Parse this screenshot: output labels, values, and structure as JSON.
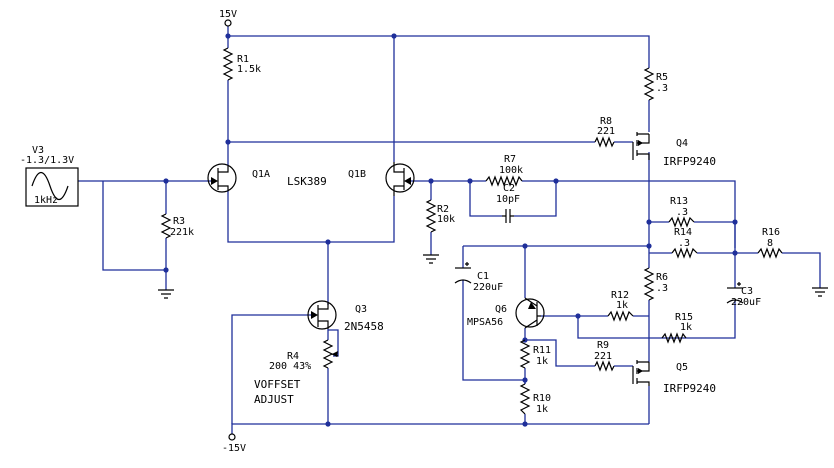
{
  "supplies": {
    "pos": "15V",
    "neg": "-15V"
  },
  "source": {
    "name": "V3",
    "value": "-1.3/1.3V",
    "freq": "1kHz"
  },
  "parts": {
    "r1": {
      "name": "R1",
      "value": "1.5k"
    },
    "r2": {
      "name": "R2",
      "value": "10k"
    },
    "r3": {
      "name": "R3",
      "value": "221k"
    },
    "r4": {
      "name": "R4",
      "value": "200 43%"
    },
    "r5": {
      "name": "R5",
      "value": ".3"
    },
    "r6": {
      "name": "R6",
      "value": ".3"
    },
    "r7": {
      "name": "R7",
      "value": "100k"
    },
    "r8": {
      "name": "R8",
      "value": "221"
    },
    "r9": {
      "name": "R9",
      "value": "221"
    },
    "r10": {
      "name": "R10",
      "value": "1k"
    },
    "r11": {
      "name": "R11",
      "value": "1k"
    },
    "r12": {
      "name": "R12",
      "value": "1k"
    },
    "r13": {
      "name": "R13",
      "value": ".3"
    },
    "r14": {
      "name": "R14",
      "value": ".3"
    },
    "r15": {
      "name": "R15",
      "value": "1k"
    },
    "r16": {
      "name": "R16",
      "value": "8"
    },
    "c1": {
      "name": "C1",
      "value": "220uF"
    },
    "c2": {
      "name": "C2",
      "value": "10pF"
    },
    "c3": {
      "name": "C3",
      "value": "220uF"
    },
    "q1a": {
      "name": "Q1A"
    },
    "q1b": {
      "name": "Q1B"
    },
    "q1": {
      "part": "LSK389"
    },
    "q3": {
      "name": "Q3",
      "part": "2N5458"
    },
    "q4": {
      "name": "Q4",
      "part": "IRFP9240"
    },
    "q5": {
      "name": "Q5",
      "part": "IRFP9240"
    },
    "q6": {
      "name": "Q6",
      "part": "MPSA56"
    }
  },
  "notes": {
    "line1": "VOFFSET",
    "line2": "ADJUST"
  },
  "colors": {
    "wire": "#1f2f9a",
    "component": "#000000",
    "background": "#ffffff"
  }
}
